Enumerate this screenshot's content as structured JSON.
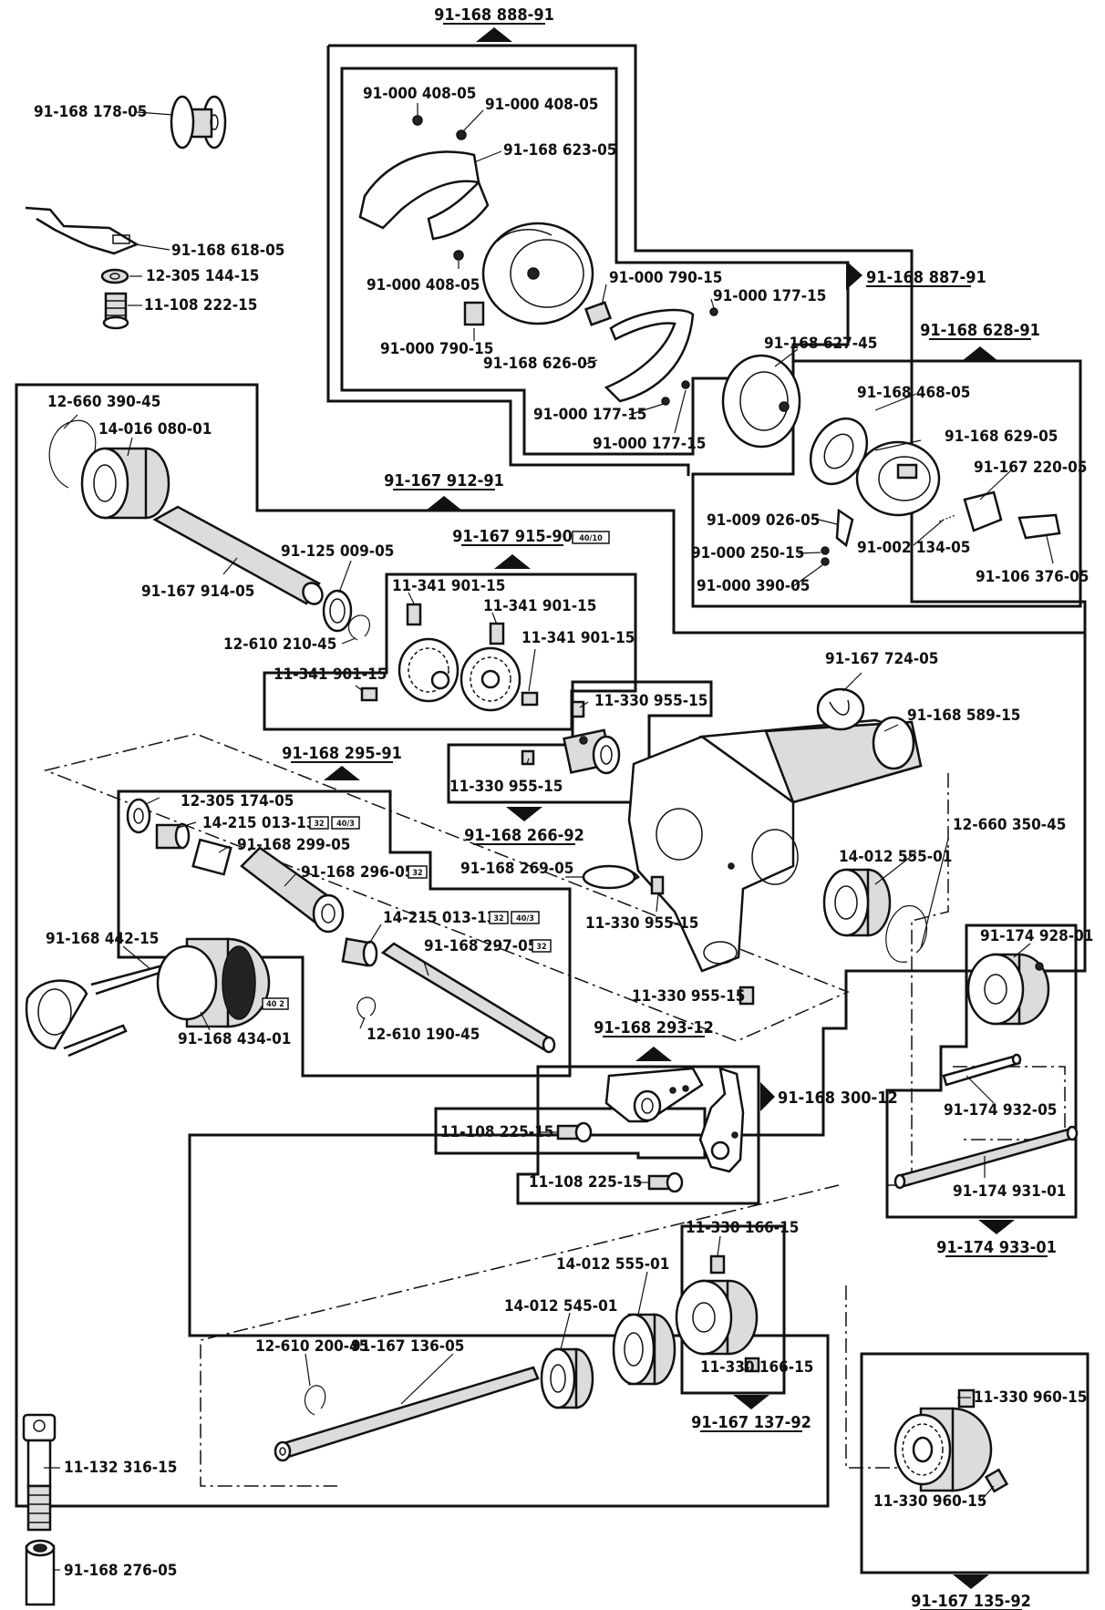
{
  "assemblies": [
    {
      "id": "hook-assembly",
      "number": "91-168 888-91"
    },
    {
      "id": "hook-subassembly",
      "number": "91-168 887-91"
    },
    {
      "id": "bobbin-case-assembly",
      "number": "91-168 628-91"
    },
    {
      "id": "arm-shaft-assembly",
      "number": "91-167 912-91"
    },
    {
      "id": "gear-assembly",
      "number": "91-167 915-90",
      "code": "40/10"
    },
    {
      "id": "collar-assembly",
      "number": "91-168 266-92"
    },
    {
      "id": "pulley-shaft-assembly",
      "number": "91-168 295-91"
    },
    {
      "id": "crank-assembly",
      "number": "91-168 293-12"
    },
    {
      "id": "lever-assembly",
      "number": "91-168 300-12"
    },
    {
      "id": "pin-assembly",
      "number": "91-174 933-01"
    },
    {
      "id": "lower-collar-assembly",
      "number": "91-167 137-92"
    },
    {
      "id": "pinion-assembly",
      "number": "91-167 135-92"
    }
  ],
  "parts": [
    {
      "id": "p1",
      "label": "91-168 178-05"
    },
    {
      "id": "p2",
      "label": "91-168 618-05"
    },
    {
      "id": "p3",
      "label": "12-305 144-15"
    },
    {
      "id": "p4",
      "label": "11-108 222-15"
    },
    {
      "id": "p5",
      "label": "91-000 408-05"
    },
    {
      "id": "p6",
      "label": "91-000 408-05"
    },
    {
      "id": "p7",
      "label": "91-168 623-05"
    },
    {
      "id": "p8",
      "label": "91-000 408-05"
    },
    {
      "id": "p9",
      "label": "91-000 790-15"
    },
    {
      "id": "p10",
      "label": "91-000 177-15"
    },
    {
      "id": "p11",
      "label": "91-000 790-15"
    },
    {
      "id": "p12",
      "label": "91-168 626-05"
    },
    {
      "id": "p13",
      "label": "91-000 177-15"
    },
    {
      "id": "p14",
      "label": "91-000 177-15"
    },
    {
      "id": "p15",
      "label": "91-168 627-45"
    },
    {
      "id": "p16",
      "label": "91-168 468-05"
    },
    {
      "id": "p17",
      "label": "91-168 629-05"
    },
    {
      "id": "p18",
      "label": "91-167 220-05"
    },
    {
      "id": "p19",
      "label": "91-009 026-05"
    },
    {
      "id": "p20",
      "label": "91-000 250-15"
    },
    {
      "id": "p21",
      "label": "91-002 134-05"
    },
    {
      "id": "p22",
      "label": "91-000 390-05"
    },
    {
      "id": "p23",
      "label": "91-106 376-05"
    },
    {
      "id": "p24",
      "label": "12-660 390-45"
    },
    {
      "id": "p25",
      "label": "14-016 080-01"
    },
    {
      "id": "p26",
      "label": "91-167 914-05"
    },
    {
      "id": "p27",
      "label": "91-125 009-05"
    },
    {
      "id": "p28",
      "label": "12-610 210-45"
    },
    {
      "id": "p29",
      "label": "11-341 901-15"
    },
    {
      "id": "p30",
      "label": "11-341 901-15"
    },
    {
      "id": "p31",
      "label": "11-341 901-15"
    },
    {
      "id": "p32",
      "label": "11-341 901-15"
    },
    {
      "id": "p33",
      "label": "11-330 955-15"
    },
    {
      "id": "p34",
      "label": "11-330 955-15"
    },
    {
      "id": "p35",
      "label": "91-167 724-05"
    },
    {
      "id": "p36",
      "label": "91-168 589-15"
    },
    {
      "id": "p37",
      "label": "12-305 174-05"
    },
    {
      "id": "p38",
      "label": "14-215 013-13",
      "codes": [
        "32",
        "40/3"
      ]
    },
    {
      "id": "p39",
      "label": "91-168 299-05"
    },
    {
      "id": "p40",
      "label": "91-168 296-05",
      "codes": [
        "32"
      ]
    },
    {
      "id": "p41",
      "label": "14-215 013-13",
      "codes": [
        "32",
        "40/3"
      ]
    },
    {
      "id": "p42",
      "label": "91-168 297-05",
      "codes": [
        "32"
      ]
    },
    {
      "id": "p43",
      "label": "91-168 269-05"
    },
    {
      "id": "p44",
      "label": "11-330 955-15"
    },
    {
      "id": "p45",
      "label": "12-660 350-45"
    },
    {
      "id": "p46",
      "label": "14-012 555-01"
    },
    {
      "id": "p47",
      "label": "91-168 442-15"
    },
    {
      "id": "p48",
      "label": "91-168 434-01",
      "codes": [
        "40 2"
      ]
    },
    {
      "id": "p49",
      "label": "12-610 190-45"
    },
    {
      "id": "p50",
      "label": "11-330 955-15"
    },
    {
      "id": "p51",
      "label": "91-174 928-01"
    },
    {
      "id": "p52",
      "label": "11-108 225-15"
    },
    {
      "id": "p53",
      "label": "11-108 225-15"
    },
    {
      "id": "p54",
      "label": "91-174 932-05"
    },
    {
      "id": "p55",
      "label": "91-174 931-01"
    },
    {
      "id": "p56",
      "label": "11-330 166-15"
    },
    {
      "id": "p57",
      "label": "14-012 555-01"
    },
    {
      "id": "p58",
      "label": "14-012 545-01"
    },
    {
      "id": "p59",
      "label": "11-330 166-15"
    },
    {
      "id": "p60",
      "label": "12-610 200-45"
    },
    {
      "id": "p61",
      "label": "91-167 136-05"
    },
    {
      "id": "p62",
      "label": "11-330 960-15"
    },
    {
      "id": "p63",
      "label": "11-330 960-15"
    },
    {
      "id": "p64",
      "label": "11-132 316-15"
    },
    {
      "id": "p65",
      "label": "91-168 276-05"
    }
  ]
}
